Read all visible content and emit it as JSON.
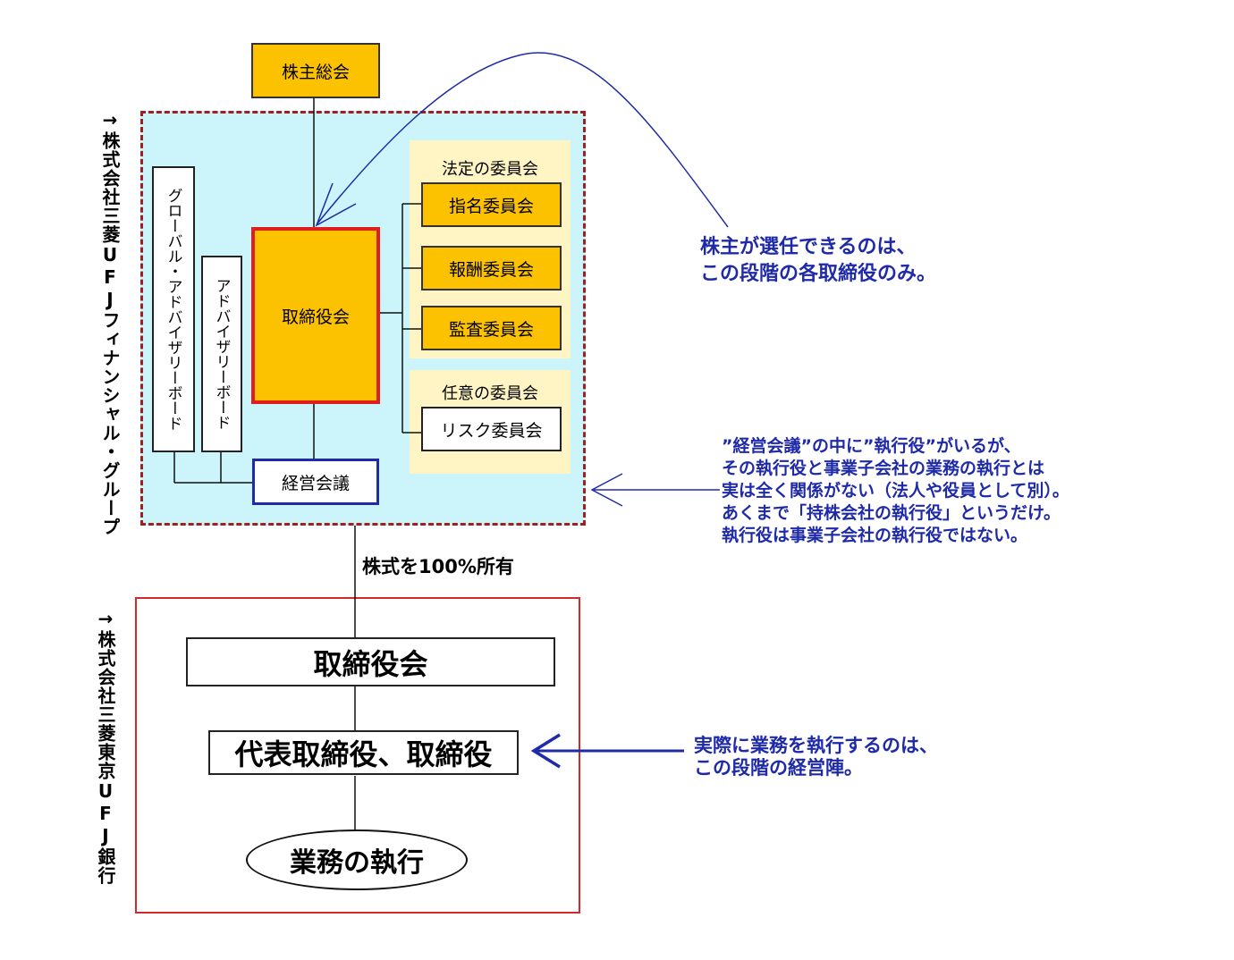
{
  "hd": {
    "label": "→株式会社三菱UFJフィナンシャル・グループ",
    "shareholders_meeting": "株主総会",
    "board": "取締役会",
    "statutory_label": "法定の委員会",
    "statutory_committees": [
      "指名委員会",
      "報酬委員会",
      "監査委員会"
    ],
    "voluntary_label": "任意の委員会",
    "voluntary_committees": [
      "リスク委員会"
    ],
    "global_advisory": "グローバル・アドバイザリーボード",
    "advisory": "アドバイザリーボード",
    "management_council": "経営会議"
  },
  "ownership": "株式を100%所有",
  "bank": {
    "label": "→株式会社三菱東京UFJ銀行",
    "board": "取締役会",
    "directors": "代表取締役、取締役",
    "execution": "業務の執行"
  },
  "notes": {
    "shareholders": "株主が選任できるのは、\nこの段階の各取締役のみ。",
    "exec_officers": "”経営会議”の中に”執行役”がいるが、\nその執行役と事業子会社の業務の執行とは\n実は全く関係がない（法人や役員として別）。\nあくまで「持株会社の執行役」というだけ。\n執行役は事業子会社の執行役ではない。",
    "management": "実際に業務を執行するのは、\nこの段階の経営陣。"
  },
  "colors": {
    "orange": "#fcc200",
    "light_blue": "#ccf5fb",
    "cream": "#fff4c4",
    "dark_red": "#a02020",
    "red": "#e01e1e",
    "blue_text": "#1f2aa8"
  }
}
